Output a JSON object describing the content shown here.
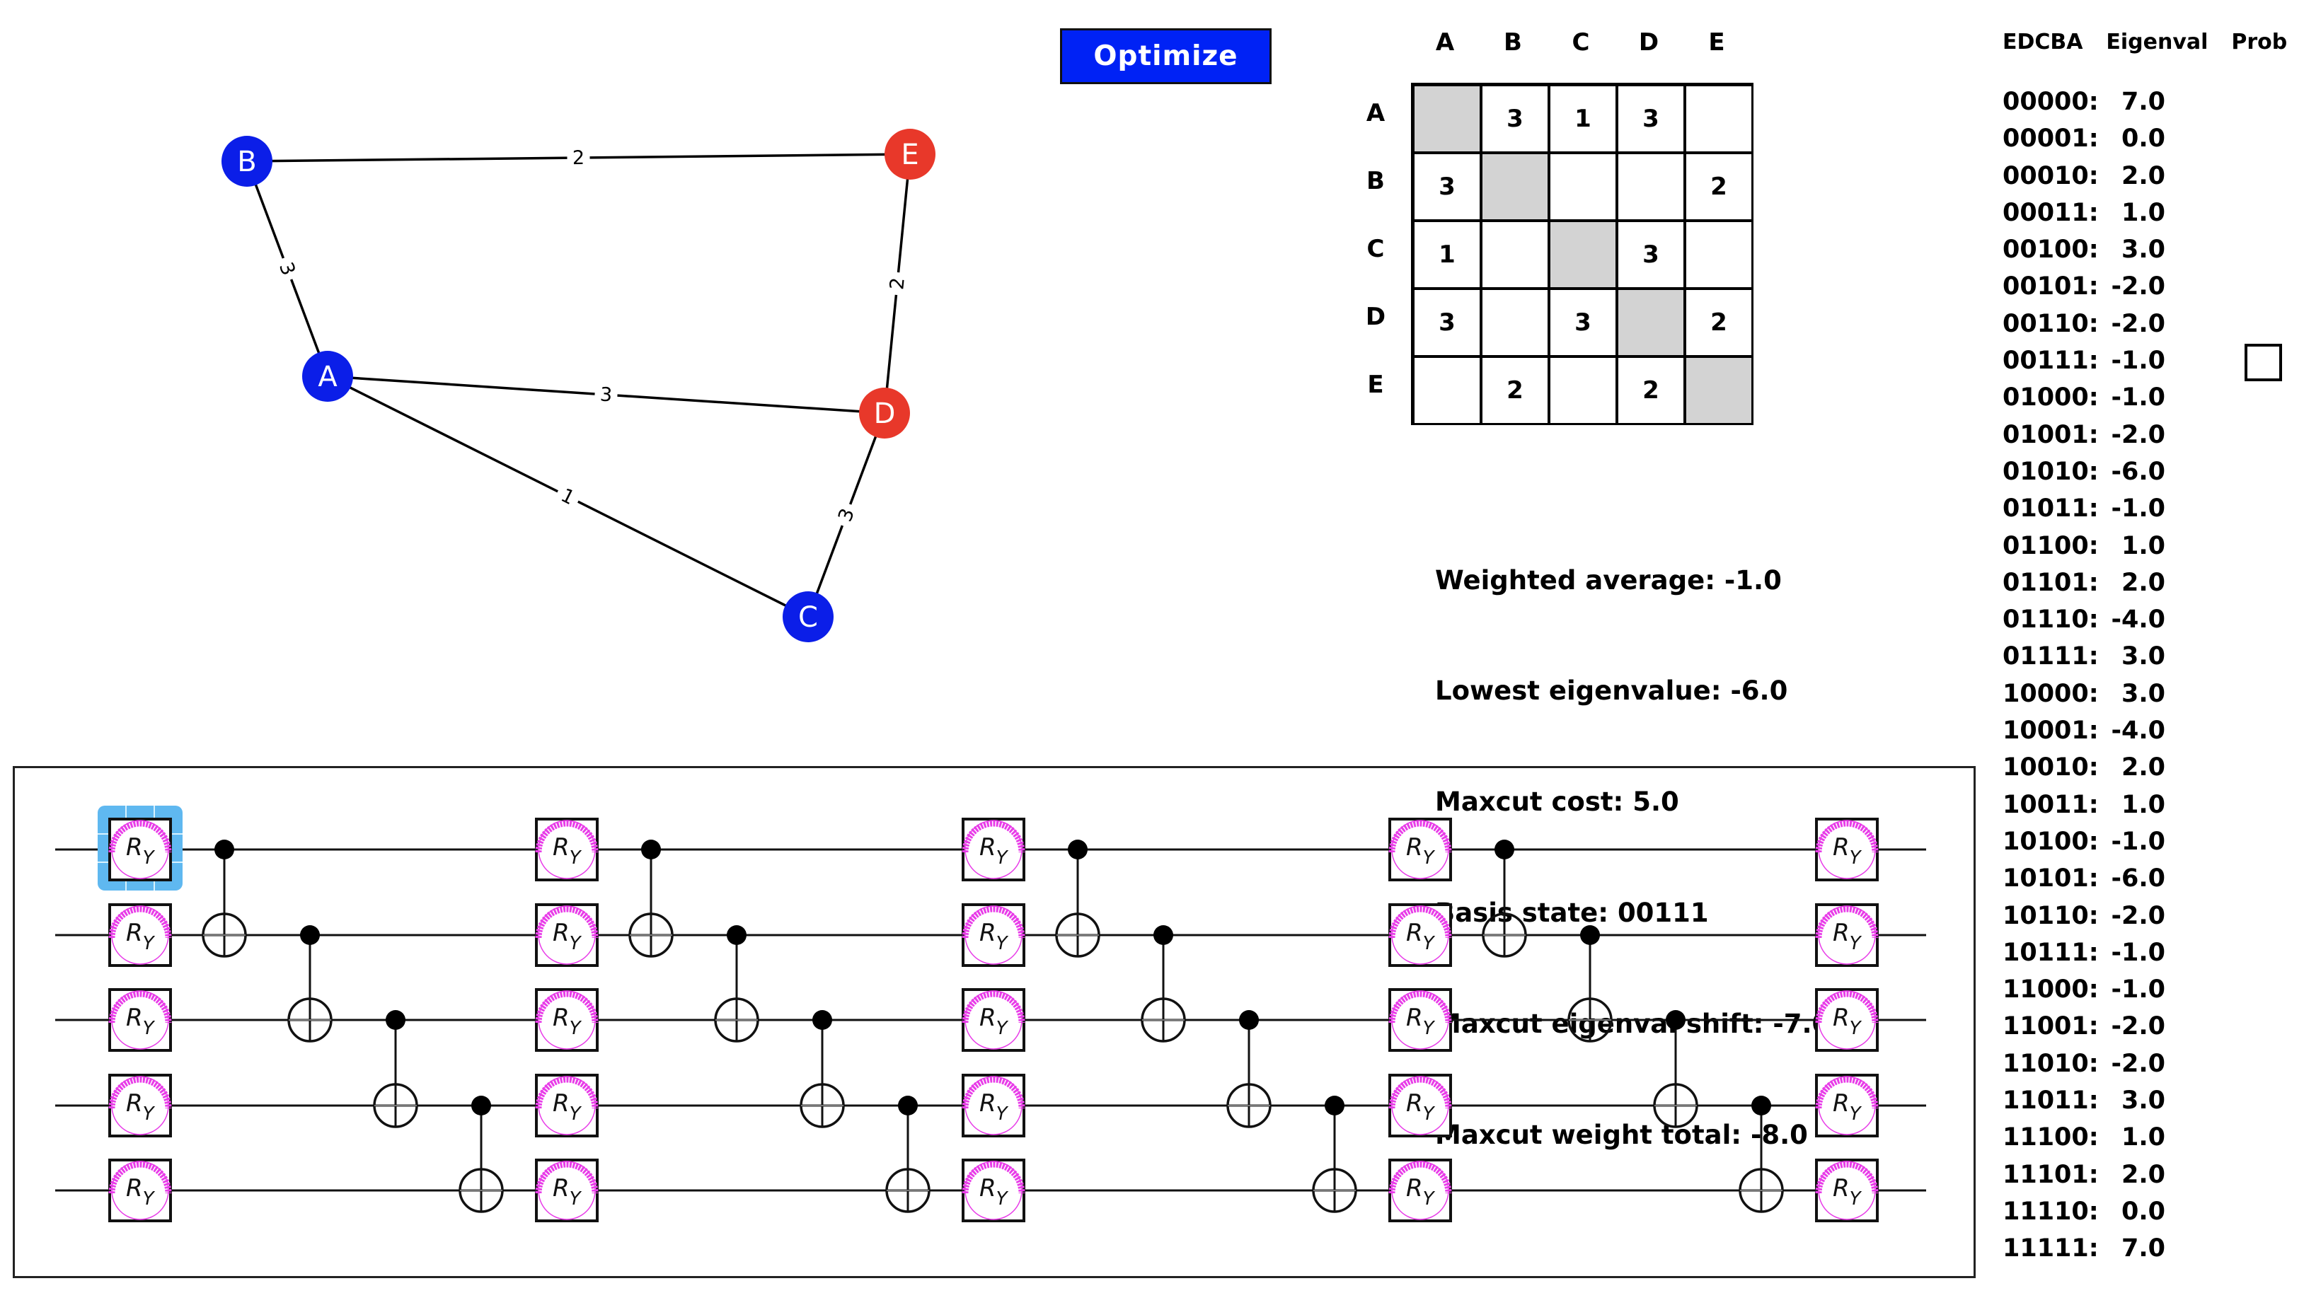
{
  "optimize_button": {
    "label": "Optimize",
    "color": "#0022f5"
  },
  "graph": {
    "colors": {
      "blue": "#0b1ee8",
      "red": "#e8382a"
    },
    "nodes": [
      {
        "id": "A",
        "partition": "blue"
      },
      {
        "id": "B",
        "partition": "blue"
      },
      {
        "id": "C",
        "partition": "blue"
      },
      {
        "id": "D",
        "partition": "red"
      },
      {
        "id": "E",
        "partition": "red"
      }
    ],
    "edges": [
      {
        "from": "B",
        "to": "E",
        "weight": "2"
      },
      {
        "from": "B",
        "to": "A",
        "weight": "3"
      },
      {
        "from": "E",
        "to": "D",
        "weight": "2"
      },
      {
        "from": "A",
        "to": "D",
        "weight": "3"
      },
      {
        "from": "A",
        "to": "C",
        "weight": "1"
      },
      {
        "from": "D",
        "to": "C",
        "weight": "3"
      }
    ]
  },
  "matrix": {
    "labels": [
      "A",
      "B",
      "C",
      "D",
      "E"
    ],
    "rows": [
      [
        "",
        "3",
        "1",
        "3",
        ""
      ],
      [
        "3",
        "",
        "",
        "",
        "2"
      ],
      [
        "1",
        "",
        "",
        "3",
        ""
      ],
      [
        "3",
        "",
        "3",
        "",
        "2"
      ],
      [
        "",
        "2",
        "",
        "2",
        ""
      ]
    ]
  },
  "stats": [
    {
      "label": "Weighted average:",
      "value": "-1.0"
    },
    {
      "label": "Lowest eigenvalue:",
      "value": "-6.0"
    },
    {
      "label": "Maxcut cost:",
      "value": "5.0"
    },
    {
      "label": "Basis state:",
      "value": "00111"
    },
    {
      "label": "Maxcut eigenval shift:",
      "value": "-7.0"
    },
    {
      "label": "Maxcut weight total:",
      "value": "-8.0"
    }
  ],
  "eigen_table": {
    "headers": [
      "EDCBA",
      "Eigenval",
      "Prob"
    ],
    "rows": [
      {
        "state": "00000",
        "eigenval": "7.0"
      },
      {
        "state": "00001",
        "eigenval": "0.0"
      },
      {
        "state": "00010",
        "eigenval": "2.0"
      },
      {
        "state": "00011",
        "eigenval": "1.0"
      },
      {
        "state": "00100",
        "eigenval": "3.0"
      },
      {
        "state": "00101",
        "eigenval": "-2.0"
      },
      {
        "state": "00110",
        "eigenval": "-2.0"
      },
      {
        "state": "00111",
        "eigenval": "-1.0"
      },
      {
        "state": "01000",
        "eigenval": "-1.0"
      },
      {
        "state": "01001",
        "eigenval": "-2.0"
      },
      {
        "state": "01010",
        "eigenval": "-6.0"
      },
      {
        "state": "01011",
        "eigenval": "-1.0"
      },
      {
        "state": "01100",
        "eigenval": "1.0"
      },
      {
        "state": "01101",
        "eigenval": "2.0"
      },
      {
        "state": "01110",
        "eigenval": "-4.0"
      },
      {
        "state": "01111",
        "eigenval": "3.0"
      },
      {
        "state": "10000",
        "eigenval": "3.0"
      },
      {
        "state": "10001",
        "eigenval": "-4.0"
      },
      {
        "state": "10010",
        "eigenval": "2.0"
      },
      {
        "state": "10011",
        "eigenval": "1.0"
      },
      {
        "state": "10100",
        "eigenval": "-1.0"
      },
      {
        "state": "10101",
        "eigenval": "-6.0"
      },
      {
        "state": "10110",
        "eigenval": "-2.0"
      },
      {
        "state": "10111",
        "eigenval": "-1.0"
      },
      {
        "state": "11000",
        "eigenval": "-1.0"
      },
      {
        "state": "11001",
        "eigenval": "-2.0"
      },
      {
        "state": "11010",
        "eigenval": "-2.0"
      },
      {
        "state": "11011",
        "eigenval": "3.0"
      },
      {
        "state": "11100",
        "eigenval": "1.0"
      },
      {
        "state": "11101",
        "eigenval": "2.0"
      },
      {
        "state": "11110",
        "eigenval": "0.0"
      },
      {
        "state": "11111",
        "eigenval": "7.0"
      }
    ],
    "prob_checkbox_checked": false
  },
  "circuit": {
    "num_qubits": 5,
    "gate_label": "R",
    "gate_subscript": "Y",
    "gate_dial_color": "#e83ce8",
    "selection_color": "#5fb8f0",
    "rotation_layers": 5,
    "entangling_blocks": 4,
    "cnot_chain": [
      [
        0,
        1
      ],
      [
        1,
        2
      ],
      [
        2,
        3
      ],
      [
        3,
        4
      ]
    ],
    "selected_gate": {
      "layer": 0,
      "qubit": 0
    }
  }
}
